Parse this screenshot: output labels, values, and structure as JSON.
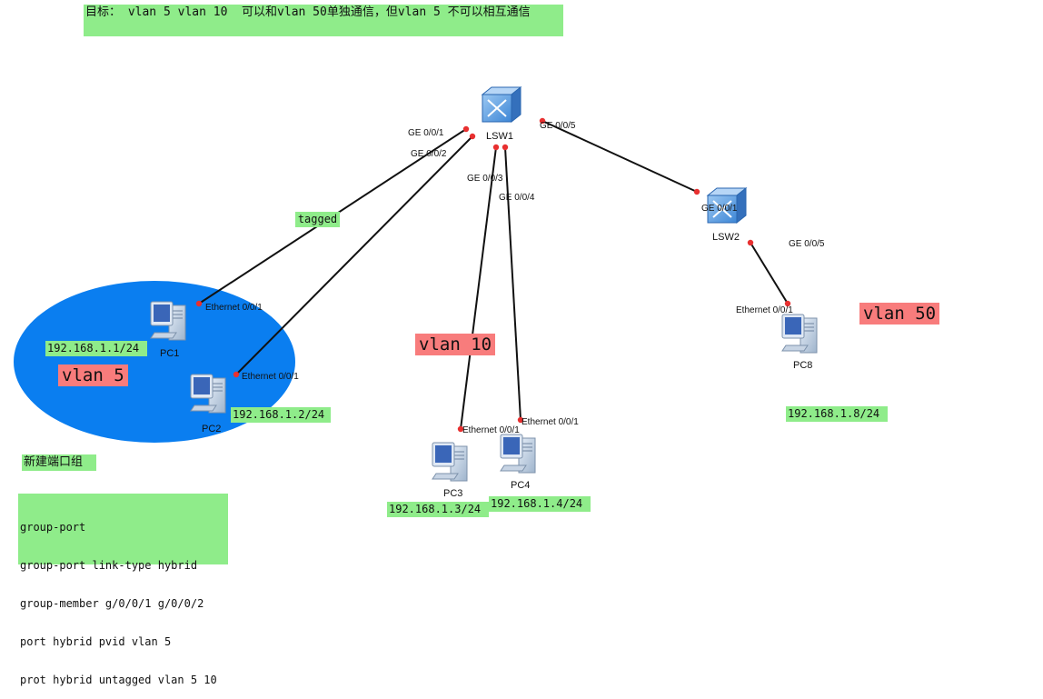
{
  "goal": "目标： vlan 5 vlan 10  可以和vlan 50单独通信，但vlan 5 不可以相互通信",
  "tagged": "tagged",
  "group_title": "新建端口组",
  "group_commands": [
    "group-port",
    "group-port link-type hybrid",
    "group-member g/0/0/1 g/0/0/2",
    "port hybrid pvid vlan 5",
    "prot hybrid untagged vlan 5 10"
  ],
  "vlans": {
    "vlan5": "vlan 5",
    "vlan10": "vlan 10",
    "vlan50": "vlan 50"
  },
  "devices": {
    "lsw1": "LSW1",
    "lsw2": "LSW2",
    "pc1": "PC1",
    "pc2": "PC2",
    "pc3": "PC3",
    "pc4": "PC4",
    "pc8": "PC8"
  },
  "ips": {
    "pc1": "192.168.1.1/24",
    "pc2": "192.168.1.2/24",
    "pc3": "192.168.1.3/24",
    "pc4": "192.168.1.4/24",
    "pc8": "192.168.1.8/24"
  },
  "ports": {
    "lsw1_g1": "GE 0/0/1",
    "lsw1_g2": "GE 0/0/2",
    "lsw1_g3": "GE 0/0/3",
    "lsw1_g4": "GE 0/0/4",
    "lsw1_g5": "GE 0/0/5",
    "lsw2_g1": "GE 0/0/1",
    "lsw2_g5": "GE 0/0/5",
    "pc1_eth": "Ethernet 0/0/1",
    "pc2_eth": "Ethernet 0/0/1",
    "pc3_eth": "Ethernet 0/0/1",
    "pc4_eth": "Ethernet 0/0/1",
    "pc8_eth": "Ethernet 0/0/1"
  },
  "colors": {
    "note_bg": "#8fec8a",
    "vlan_bg": "#f87c7c",
    "vlan5_area": "#0a7ef0",
    "port_dot": "#e83030"
  }
}
